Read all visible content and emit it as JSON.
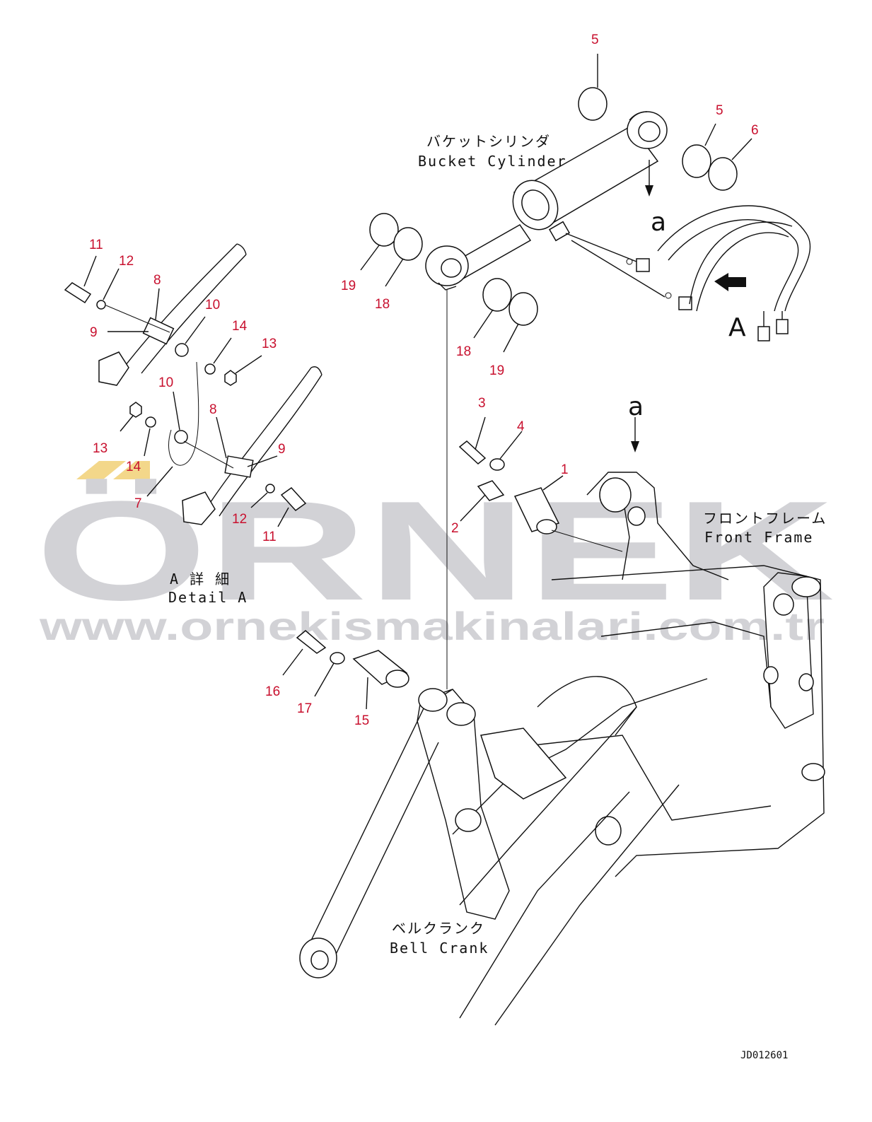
{
  "watermark": {
    "brand": "ÖRNEK",
    "url": "www.ornekismakinalari.com.tr",
    "accent_color": "#f3d78a",
    "text_color": "#d2d2d6"
  },
  "labels": {
    "bucket_cylinder_jp": "バケットシリンダ",
    "bucket_cylinder_en": "Bucket Cylinder",
    "front_frame_jp": "フロントフレーム",
    "front_frame_en": "Front Frame",
    "bell_crank_jp": "ベルクランク",
    "bell_crank_en": "Bell Crank",
    "detail_a_jp": "A 詳 細",
    "detail_a_en": "Detail A",
    "view_marker_a_small_1": "a",
    "view_marker_a_small_2": "a",
    "view_marker_a_big": "A",
    "drawing_code": "JD012601"
  },
  "part_numbers": [
    {
      "id": "n5a",
      "text": "5"
    },
    {
      "id": "n5b",
      "text": "5"
    },
    {
      "id": "n6",
      "text": "6"
    },
    {
      "id": "n19a",
      "text": "19"
    },
    {
      "id": "n18a",
      "text": "18"
    },
    {
      "id": "n18b",
      "text": "18"
    },
    {
      "id": "n19b",
      "text": "19"
    },
    {
      "id": "n11a",
      "text": "11"
    },
    {
      "id": "n12a",
      "text": "12"
    },
    {
      "id": "n8a",
      "text": "8"
    },
    {
      "id": "n9a",
      "text": "9"
    },
    {
      "id": "n10a",
      "text": "10"
    },
    {
      "id": "n14a",
      "text": "14"
    },
    {
      "id": "n13a",
      "text": "13"
    },
    {
      "id": "n10b",
      "text": "10"
    },
    {
      "id": "n8b",
      "text": "8"
    },
    {
      "id": "n9b",
      "text": "9"
    },
    {
      "id": "n13b",
      "text": "13"
    },
    {
      "id": "n14b",
      "text": "14"
    },
    {
      "id": "n7",
      "text": "7"
    },
    {
      "id": "n12b",
      "text": "12"
    },
    {
      "id": "n11b",
      "text": "11"
    },
    {
      "id": "n3",
      "text": "3"
    },
    {
      "id": "n4",
      "text": "4"
    },
    {
      "id": "n1",
      "text": "1"
    },
    {
      "id": "n2",
      "text": "2"
    },
    {
      "id": "n16",
      "text": "16"
    },
    {
      "id": "n17",
      "text": "17"
    },
    {
      "id": "n15",
      "text": "15"
    }
  ]
}
